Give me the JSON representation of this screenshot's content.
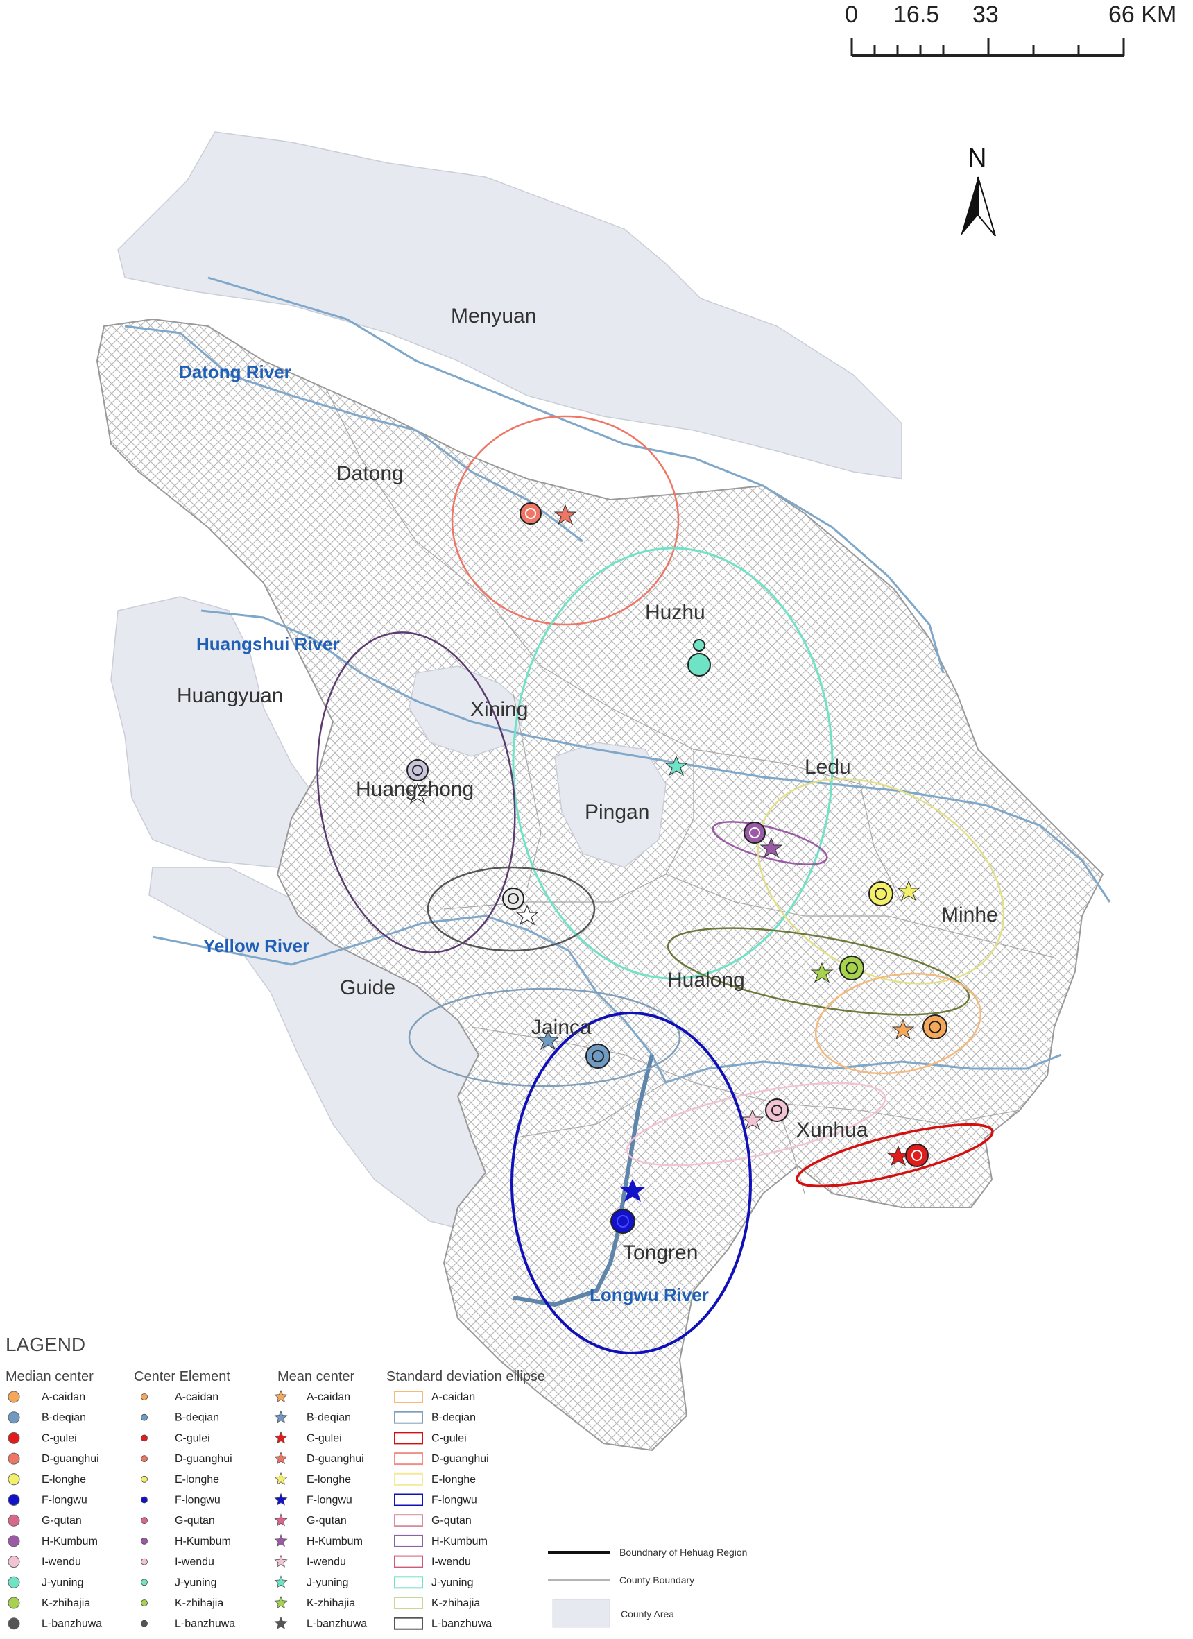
{
  "scale_bar": {
    "labels": [
      "0",
      "16.5",
      "33",
      "66 KM"
    ]
  },
  "north_arrow": {
    "label": "N"
  },
  "places": {
    "menyuan": "Menyuan",
    "datong": "Datong",
    "huzhu": "Huzhu",
    "huangyuan": "Huangyuan",
    "xining": "Xining",
    "huangzhong": "Huangzhong",
    "pingan": "Pingan",
    "ledu": "Ledu",
    "minhe": "Minhe",
    "hualong": "Hualong",
    "guide": "Guide",
    "jainca": "Jainca",
    "xunhua": "Xunhua",
    "tongren": "Tongren"
  },
  "rivers": {
    "datong": "Datong River",
    "huangshui": "Huangshui River",
    "yellow": "Yellow River",
    "longwu": "Longwu River"
  },
  "groups": [
    {
      "name": "A-caidan",
      "color": "#f5a85a"
    },
    {
      "name": "B-deqian",
      "color": "#6f9ac2"
    },
    {
      "name": "C-gulei",
      "color": "#e01c1c"
    },
    {
      "name": "D-guanghui",
      "color": "#ef7565"
    },
    {
      "name": "E-longhe",
      "color": "#f3ef6a"
    },
    {
      "name": "F-longwu",
      "color": "#1212c8"
    },
    {
      "name": "G-qutan",
      "color": "#d8678a"
    },
    {
      "name": "H-Kumbum",
      "color": "#9a5aa6"
    },
    {
      "name": "I-wendu",
      "color": "#f1c3d3"
    },
    {
      "name": "J-yuning",
      "color": "#6fe3c6"
    },
    {
      "name": "K-zhihajia",
      "color": "#a6d24e"
    },
    {
      "name": "L-banzhuwa",
      "color": "#555555"
    }
  ],
  "legend": {
    "title": "LAGEND",
    "headings": {
      "median": "Median center",
      "element": "Center Element",
      "mean": "Mean center",
      "ellipse": "Standard deviation ellipse"
    },
    "ellipse_colors": [
      "#f5b97a",
      "#7f9fba",
      "#d21010",
      "#ef8f86",
      "#f3ea9a",
      "#1010b8",
      "#d98aa0",
      "#8a63a6",
      "#d05a74",
      "#6fe3c6",
      "#c6d994",
      "#555555"
    ],
    "extra": {
      "boundary_region": "Boundnary of Hehuag Region",
      "county_boundary": "County Boundary",
      "county_area": "County Area"
    }
  }
}
